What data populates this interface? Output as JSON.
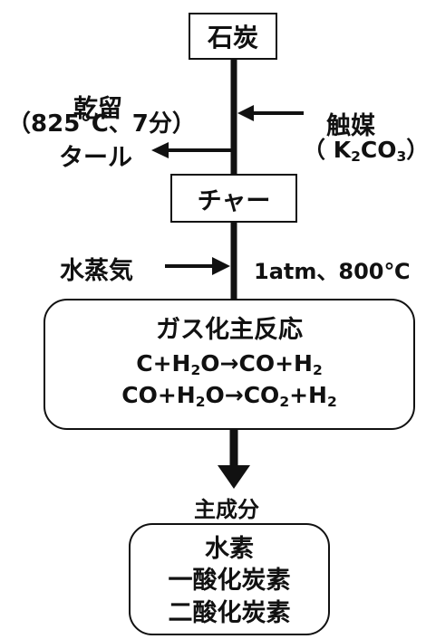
{
  "coal": "石炭",
  "dry_distillation": {
    "title": "乾留",
    "condition_open": "（",
    "condition_text": "825℃、7分",
    "condition_close": "）"
  },
  "tar": "タール",
  "catalyst": {
    "title": "触媒",
    "formula_pre": "（ K",
    "sub1": "2",
    "mid": "CO",
    "sub2": "3",
    "formula_post": "）"
  },
  "char": "チャー",
  "steam": "水蒸気",
  "conditions": "1atm、800℃",
  "reaction_box": {
    "title": "ガス化主反応",
    "eq1": {
      "a": "C+H",
      "s1": "2",
      "b": "O→CO+H",
      "s2": "2"
    },
    "eq2": {
      "a": "CO+H",
      "s1": "2",
      "b": "O→CO",
      "s2": "2",
      "c": "+H",
      "s3": "2"
    }
  },
  "main_component": "主成分",
  "products": [
    "水素",
    "一酸化炭素",
    "二酸化炭素"
  ]
}
